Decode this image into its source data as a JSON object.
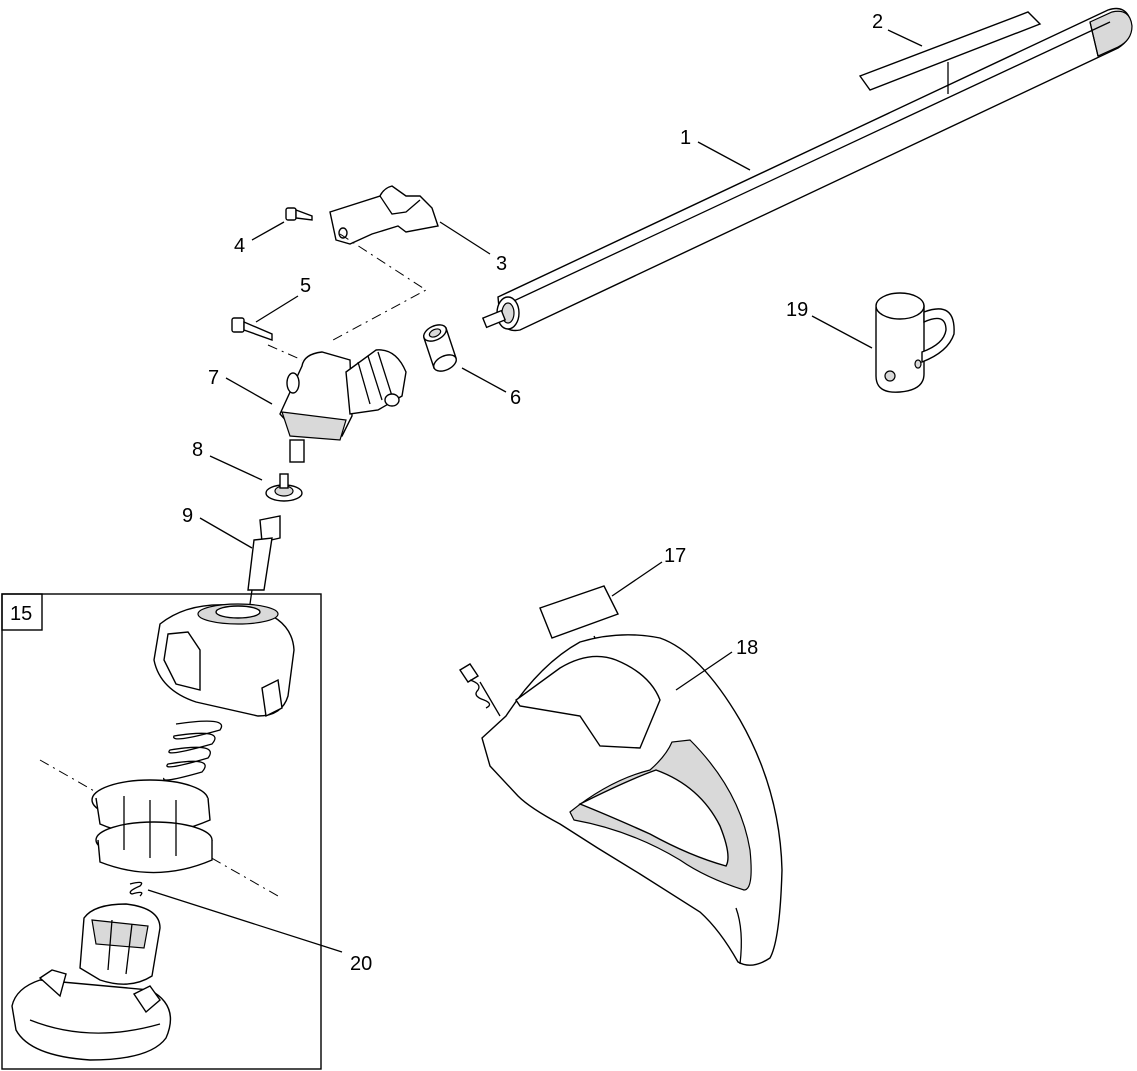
{
  "diagram": {
    "callouts": {
      "c1": "1",
      "c2": "2",
      "c3": "3",
      "c4": "4",
      "c5": "5",
      "c6": "6",
      "c7": "7",
      "c8": "8",
      "c9": "9",
      "c15": "15",
      "c17": "17",
      "c18": "18",
      "c19": "19",
      "c20": "20"
    }
  }
}
